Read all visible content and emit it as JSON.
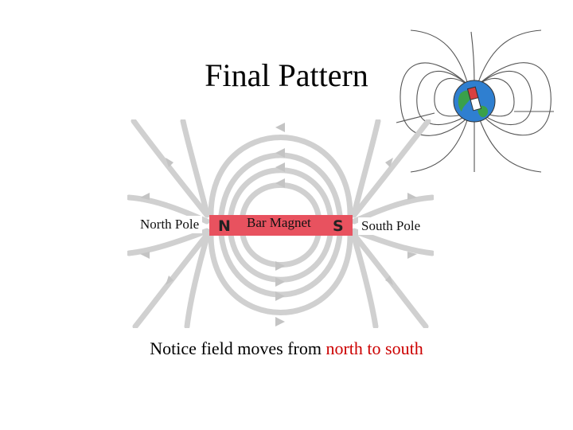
{
  "title": "Final Pattern",
  "diagram": {
    "north_pole_label": "North Pole",
    "south_pole_label": "South Pole",
    "magnet_label": "Bar Magnet",
    "north_letter": "N",
    "south_letter": "S"
  },
  "caption": {
    "prefix": "Notice field moves from ",
    "highlight": "north to south"
  },
  "colors": {
    "magnet": "#e8525f",
    "field_lines": "#c8c8c8",
    "earth_ocean": "#2f7fd0",
    "earth_land": "#3aa04a",
    "caption_highlight": "#cc0000"
  },
  "icons": {
    "earth": "earth-globe-icon",
    "mini_magnet": "bar-magnet-icon"
  }
}
